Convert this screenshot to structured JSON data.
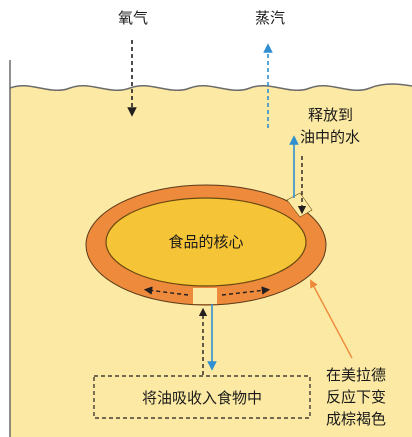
{
  "labels": {
    "oxygen": "氧气",
    "steam": "蒸汽",
    "core": "食品的核心",
    "water_release_line1": "释放到",
    "water_release_line2": "油中的水",
    "oil_absorb": "将油吸收入食物中",
    "maillard_line1": "在美拉德",
    "maillard_line2": "反应下变",
    "maillard_line3": "成棕褐色"
  },
  "colors": {
    "oil": "#fce9a3",
    "crust": "#ee8a3c",
    "core": "#f6c437",
    "steam_arrow": "#2f8fd0",
    "dark_arrow": "#231f20",
    "maillard_pointer": "#ee8a3c"
  }
}
